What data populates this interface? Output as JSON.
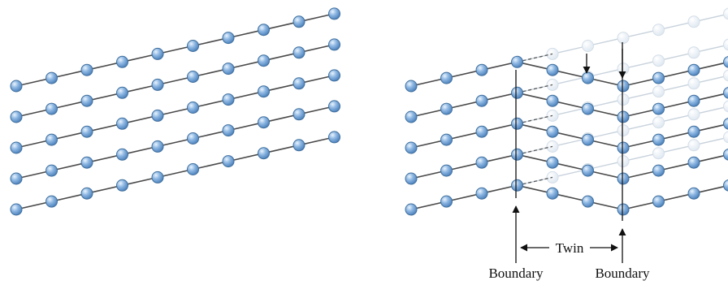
{
  "labels": {
    "twin": "Twin",
    "boundary_left": "Boundary",
    "boundary_right": "Boundary"
  },
  "colors": {
    "atom": "#6b9ed6",
    "atom_highlight": "#dcecfb",
    "atom_edge": "#3f6f9e",
    "atom_faded": "#e3ebf3",
    "bond": "#4a4a4a"
  }
}
